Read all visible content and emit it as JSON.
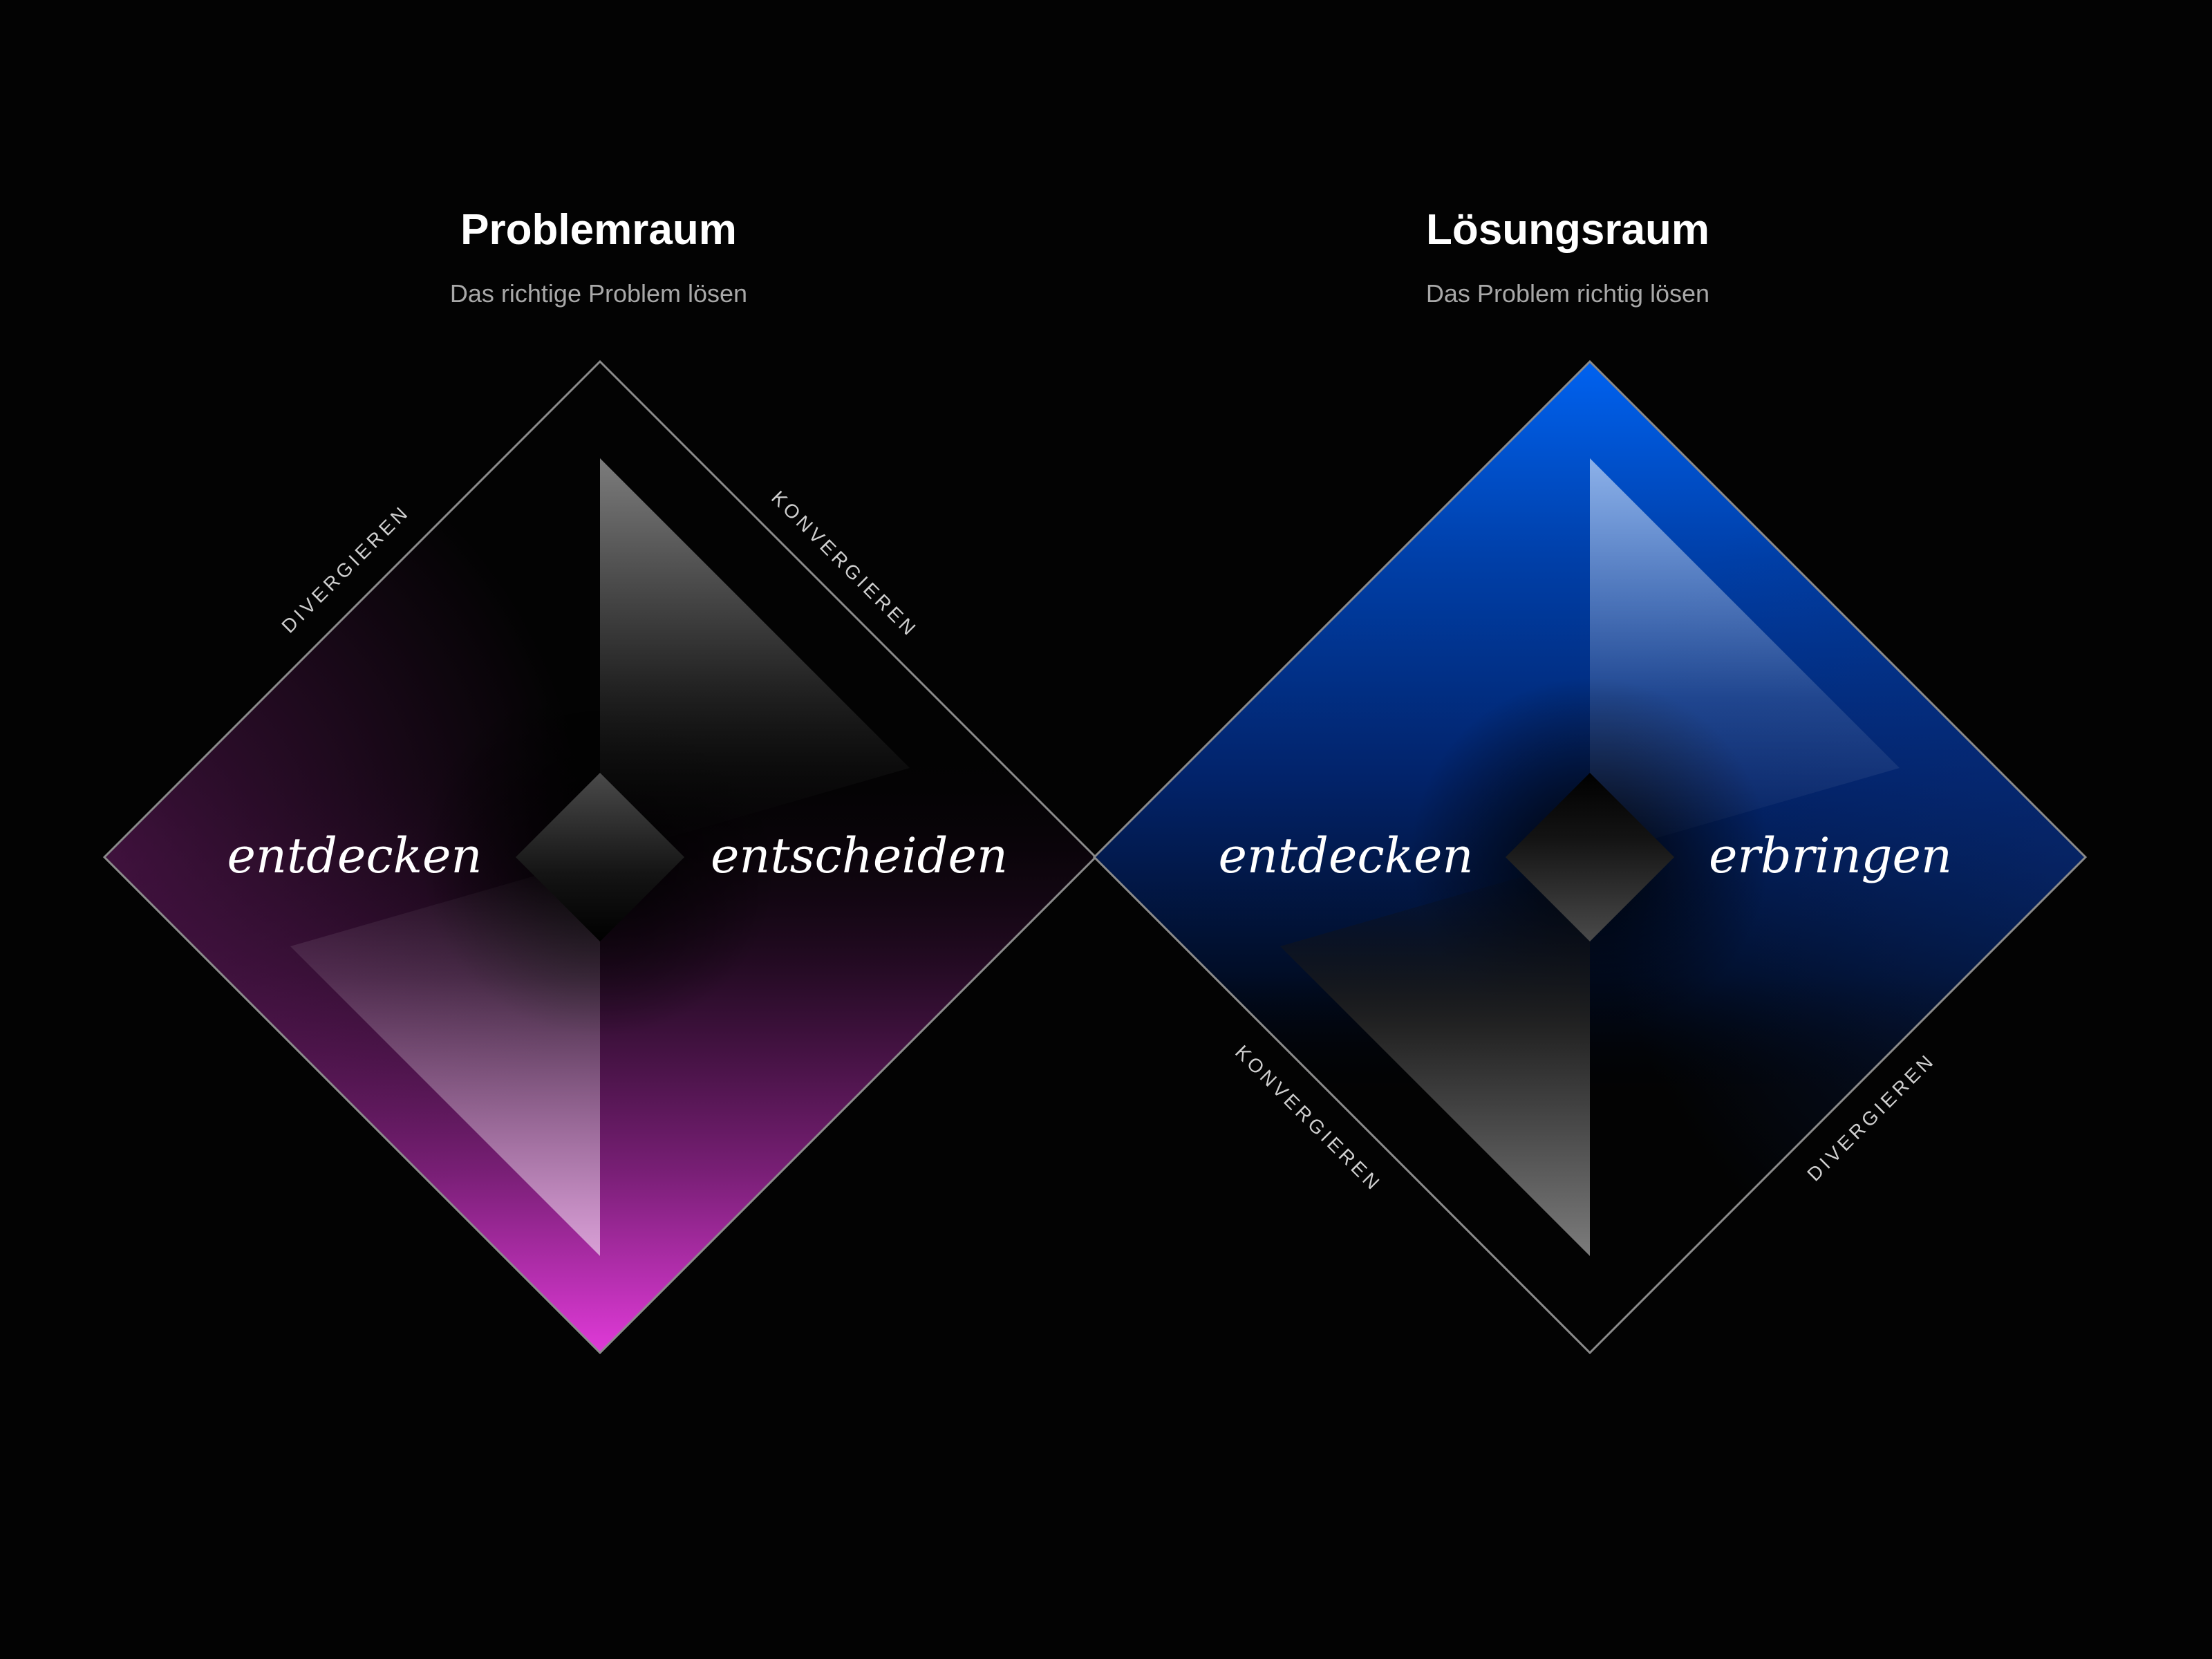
{
  "problem_space": {
    "title": "Problemraum",
    "subtitle": "Das richtige Problem lösen",
    "phase_left": "entdecken",
    "phase_right": "entscheiden",
    "edge_left": "DIVERGIEREN",
    "edge_right": "KONVERGIEREN",
    "accent_color": "#d63bcf"
  },
  "solution_space": {
    "title": "Lösungsraum",
    "subtitle": "Das Problem richtig lösen",
    "phase_left": "entdecken",
    "phase_right": "erbringen",
    "edge_left": "KONVERGIEREN",
    "edge_right": "DIVERGIEREN",
    "accent_color": "#0062f0"
  },
  "colors": {
    "background": "#030303",
    "outline": "#8a8a8a"
  }
}
